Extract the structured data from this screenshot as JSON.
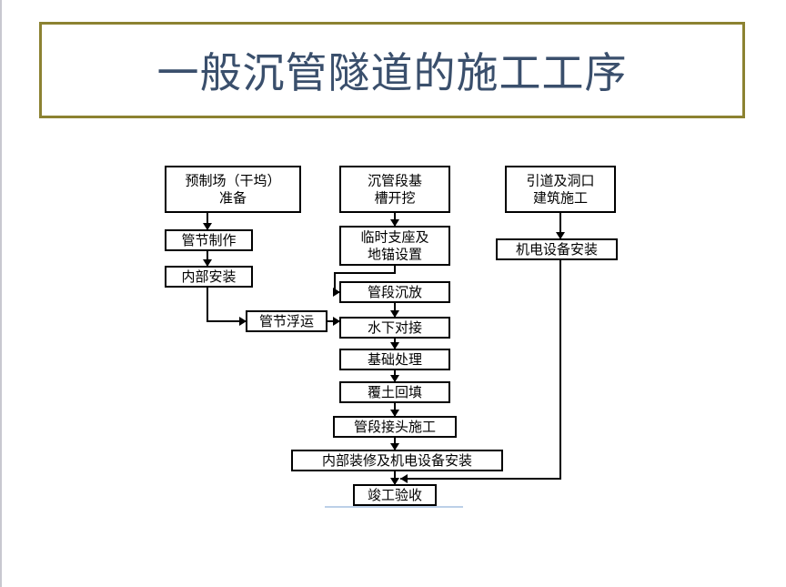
{
  "title": "一般沉管隧道的施工工序",
  "flowchart": {
    "nodes": {
      "dry_dock": [
        "预制场（干坞）",
        "准备"
      ],
      "trench": [
        "沉管段基",
        "槽开挖"
      ],
      "approach": [
        "引道及洞口",
        "建筑施工"
      ],
      "segment_making": [
        "管节制作"
      ],
      "inner_install": [
        "内部安装"
      ],
      "float_transport": [
        "管节浮运"
      ],
      "temp_support": [
        "临时支座及",
        "地锚设置"
      ],
      "sinking": [
        "管段沉放"
      ],
      "underwater_joint": [
        "水下对接"
      ],
      "foundation": [
        "基础处理"
      ],
      "backfill": [
        "覆土回填"
      ],
      "joint_work": [
        "管段接头施工"
      ],
      "mep_install_right": [
        "机电设备安装"
      ],
      "finish_mep": [
        "内部装修及机电设备安装"
      ],
      "acceptance": [
        "竣工验收"
      ]
    }
  }
}
